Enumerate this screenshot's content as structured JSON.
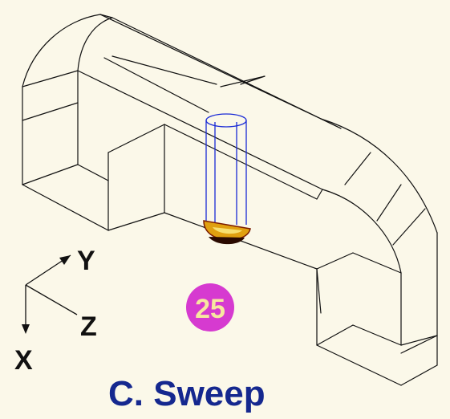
{
  "operation": {
    "step_number": "25",
    "caption": "C. Sweep"
  },
  "axes": {
    "x_label": "X",
    "y_label": "Y",
    "z_label": "Z"
  },
  "colors": {
    "background": "#fbf8e9",
    "wireframe": "#111111",
    "tool_outline": "#1a2bd6",
    "badge_fill": "#d63ad0",
    "caption_text": "#15288f",
    "tool_tip": "#e0a010"
  }
}
